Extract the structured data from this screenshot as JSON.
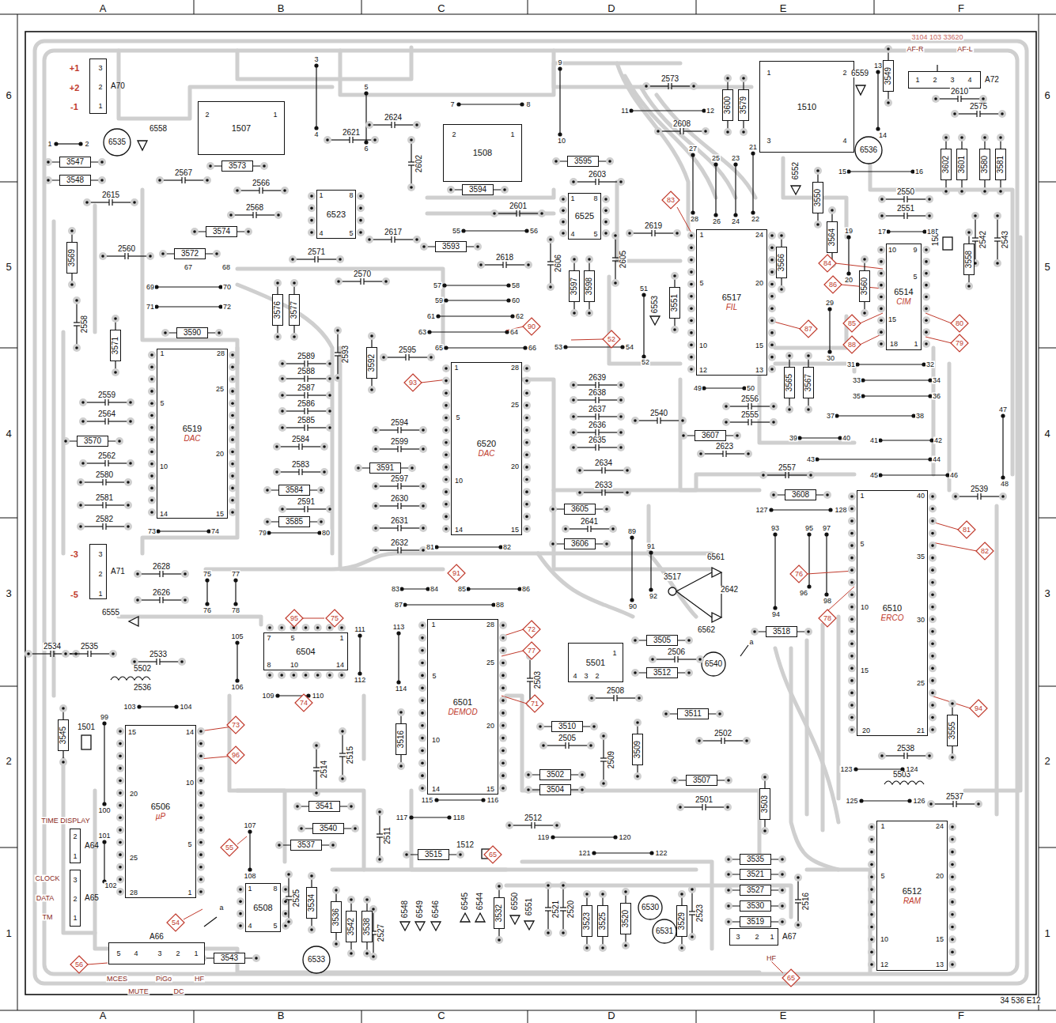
{
  "diagram": {
    "nodes": [
      {
        "text": [
          "A70"
        ]
      },
      {
        "text": [
          "A71"
        ]
      },
      {
        "text": [
          "A64"
        ]
      },
      {
        "text": [
          "A65"
        ]
      },
      {
        "text": [
          "A66"
        ]
      },
      {
        "text": [
          "A67"
        ]
      },
      {
        "text": [
          "A72"
        ]
      },
      {
        "text": [
          "6519",
          "DAC"
        ]
      },
      {
        "text": [
          "6523"
        ]
      },
      {
        "text": [
          "1507"
        ]
      },
      {
        "text": [
          "1508"
        ]
      },
      {
        "text": [
          "6525"
        ]
      },
      {
        "text": [
          "6520",
          "DAC"
        ]
      },
      {
        "text": [
          "1510"
        ]
      },
      {
        "text": [
          "6517",
          "FIL"
        ]
      },
      {
        "text": [
          "6514",
          "CIM"
        ]
      },
      {
        "text": [
          "6504"
        ]
      },
      {
        "text": [
          "6501",
          "DEMOD"
        ]
      },
      {
        "text": [
          "5501"
        ]
      },
      {
        "text": [
          "6510",
          "ERCO"
        ]
      },
      {
        "text": [
          "6506",
          "µP"
        ]
      },
      {
        "text": [
          "6508"
        ]
      },
      {
        "text": [
          "6512",
          "RAM"
        ]
      },
      {
        "text": [
          "3547"
        ]
      },
      {
        "text": [
          "3548"
        ]
      },
      {
        "text": [
          "3573"
        ]
      },
      {
        "text": [
          "3574"
        ]
      },
      {
        "text": [
          "3572"
        ]
      },
      {
        "text": [
          "3590"
        ]
      },
      {
        "text": [
          "3570"
        ]
      },
      {
        "text": [
          "3595"
        ]
      },
      {
        "text": [
          "3594"
        ]
      },
      {
        "text": [
          "3593"
        ]
      },
      {
        "text": [
          "3591"
        ]
      },
      {
        "text": [
          "3584"
        ]
      },
      {
        "text": [
          "3585"
        ]
      },
      {
        "text": [
          "3607"
        ]
      },
      {
        "text": [
          "3608"
        ]
      },
      {
        "text": [
          "3605"
        ]
      },
      {
        "text": [
          "3606"
        ]
      },
      {
        "text": [
          "3505"
        ]
      },
      {
        "text": [
          "3512"
        ]
      },
      {
        "text": [
          "3518"
        ]
      },
      {
        "text": [
          "3511"
        ]
      },
      {
        "text": [
          "3510"
        ]
      },
      {
        "text": [
          "3502"
        ]
      },
      {
        "text": [
          "3504"
        ]
      },
      {
        "text": [
          "3507"
        ]
      },
      {
        "text": [
          "3541"
        ]
      },
      {
        "text": [
          "3540"
        ]
      },
      {
        "text": [
          "3537"
        ]
      },
      {
        "text": [
          "3515"
        ]
      },
      {
        "text": [
          "3543"
        ]
      },
      {
        "text": [
          "3535"
        ]
      },
      {
        "text": [
          "3521"
        ]
      },
      {
        "text": [
          "3527"
        ]
      },
      {
        "text": [
          "3530"
        ]
      },
      {
        "text": [
          "3519"
        ]
      },
      {
        "text": [
          "3569"
        ]
      },
      {
        "text": [
          "3571"
        ]
      },
      {
        "text": [
          "3545"
        ]
      },
      {
        "text": [
          "3576"
        ]
      },
      {
        "text": [
          "3577"
        ]
      },
      {
        "text": [
          "3592"
        ]
      },
      {
        "text": [
          "3597"
        ]
      },
      {
        "text": [
          "3598"
        ]
      },
      {
        "text": [
          "3551"
        ]
      },
      {
        "text": [
          "3600"
        ]
      },
      {
        "text": [
          "3579"
        ]
      },
      {
        "text": [
          "3549"
        ]
      },
      {
        "text": [
          "3550"
        ]
      },
      {
        "text": [
          "3564"
        ]
      },
      {
        "text": [
          "3566"
        ]
      },
      {
        "text": [
          "3560"
        ]
      },
      {
        "text": [
          "3565"
        ]
      },
      {
        "text": [
          "3567"
        ]
      },
      {
        "text": [
          "3602"
        ]
      },
      {
        "text": [
          "3601"
        ]
      },
      {
        "text": [
          "3580"
        ]
      },
      {
        "text": [
          "3581"
        ]
      },
      {
        "text": [
          "3558"
        ]
      },
      {
        "text": [
          "3516"
        ]
      },
      {
        "text": [
          "3509"
        ]
      },
      {
        "text": [
          "3503"
        ]
      },
      {
        "text": [
          "3534"
        ]
      },
      {
        "text": [
          "3536"
        ]
      },
      {
        "text": [
          "3542"
        ]
      },
      {
        "text": [
          "3538"
        ]
      },
      {
        "text": [
          "3532"
        ]
      },
      {
        "text": [
          "3523"
        ]
      },
      {
        "text": [
          "3525"
        ]
      },
      {
        "text": [
          "3520"
        ]
      },
      {
        "text": [
          "3529"
        ]
      },
      {
        "text": [
          "3555"
        ]
      },
      {
        "text": [
          "83"
        ]
      },
      {
        "text": [
          "84"
        ]
      },
      {
        "text": [
          "86"
        ]
      },
      {
        "text": [
          "87"
        ]
      },
      {
        "text": [
          "85"
        ]
      },
      {
        "text": [
          "88"
        ]
      },
      {
        "text": [
          "80"
        ]
      },
      {
        "text": [
          "79"
        ]
      },
      {
        "text": [
          "90"
        ]
      },
      {
        "text": [
          "52"
        ]
      },
      {
        "text": [
          "93"
        ]
      },
      {
        "text": [
          "91"
        ]
      },
      {
        "text": [
          "81"
        ]
      },
      {
        "text": [
          "82"
        ]
      },
      {
        "text": [
          "76"
        ]
      },
      {
        "text": [
          "78"
        ]
      },
      {
        "text": [
          "72"
        ]
      },
      {
        "text": [
          "77"
        ]
      },
      {
        "text": [
          "71"
        ]
      },
      {
        "text": [
          "95"
        ]
      },
      {
        "text": [
          "75"
        ]
      },
      {
        "text": [
          "74"
        ]
      },
      {
        "text": [
          "73"
        ]
      },
      {
        "text": [
          "96"
        ]
      },
      {
        "text": [
          "55"
        ]
      },
      {
        "text": [
          "65"
        ]
      },
      {
        "text": [
          "94"
        ]
      },
      {
        "text": [
          "54"
        ]
      },
      {
        "text": [
          "56"
        ]
      },
      {
        "text": [
          "65"
        ]
      }
    ],
    "labels": [
      "A",
      "B",
      "C",
      "D",
      "E",
      "F",
      "A",
      "B",
      "C",
      "D",
      "E",
      "F",
      "6",
      "5",
      "4",
      "3",
      "2",
      "1",
      "6",
      "5",
      "4",
      "3",
      "2",
      "1",
      "34 536 E12",
      "3104 103 33620",
      "+1",
      "+2",
      "-1",
      "3",
      "2",
      "1",
      "-3",
      "-5",
      "3",
      "2",
      "1",
      "TIME DISPLAY",
      "2",
      "1",
      "CLOCK",
      "DATA",
      "TM",
      "3",
      "2",
      "1",
      "5",
      "4",
      "3",
      "2",
      "1",
      "MCES",
      "MUTE",
      "PiGo",
      "DC",
      "HF",
      "3",
      "2",
      "1",
      "HF",
      "AF-R",
      "AF-L",
      "1",
      "2",
      "3",
      "4",
      "2615",
      "2567",
      "2566",
      "2568",
      "2571",
      "2621",
      "2624",
      "2602",
      "2617",
      "2570",
      "2601",
      "2603",
      "2618",
      "2606",
      "2605",
      "2619",
      "2573",
      "2608",
      "2550",
      "2551",
      "2610",
      "2575",
      "2542",
      "2543",
      "2560",
      "2558",
      "2559",
      "2564",
      "2562",
      "2580",
      "2581",
      "2582",
      "2589",
      "2588",
      "2587",
      "2586",
      "2585",
      "2584",
      "2583",
      "2591",
      "2593",
      "2595",
      "2594",
      "2599",
      "2597",
      "2630",
      "2631",
      "2632",
      "2639",
      "2638",
      "2637",
      "2636",
      "2635",
      "2634",
      "2633",
      "2641",
      "2540",
      "2556",
      "2555",
      "2623",
      "2557",
      "2539",
      "2628",
      "2626",
      "2533",
      "2536",
      "2534",
      "2535",
      "2642",
      "2506",
      "2508",
      "2503",
      "2505",
      "2502",
      "2509",
      "2501",
      "2512",
      "2514",
      "2515",
      "2511",
      "2525",
      "2527",
      "2521",
      "2520",
      "2523",
      "2516",
      "2538",
      "2537",
      "5502",
      "5503",
      "6558",
      "6559",
      "6552",
      "6553",
      "6561",
      "6562",
      "6555",
      "6548",
      "6549",
      "6546",
      "6545",
      "6544",
      "6550",
      "6551",
      "6535",
      "6536",
      "6530",
      "6531",
      "6533",
      "6540",
      "1501",
      "1504",
      "1512",
      "3517",
      "3",
      "9",
      "5",
      "4",
      "6",
      "7",
      "8",
      "10",
      "11",
      "12",
      "13",
      "14",
      "15",
      "16",
      "27",
      "25",
      "23",
      "21",
      "28",
      "26",
      "24",
      "22",
      "1",
      "2",
      "55",
      "56",
      "57",
      "58",
      "59",
      "60",
      "61",
      "62",
      "63",
      "64",
      "65",
      "66",
      "53",
      "54",
      "51",
      "52",
      "67",
      "68",
      "69",
      "70",
      "71",
      "72",
      "73",
      "74",
      "79",
      "80",
      "81",
      "82",
      "19",
      "20",
      "17",
      "18",
      "29",
      "30",
      "31",
      "32",
      "33",
      "34",
      "35",
      "36",
      "37",
      "38",
      "39",
      "40",
      "41",
      "42",
      "43",
      "44",
      "45",
      "46",
      "47",
      "48",
      "49",
      "50",
      "127",
      "128",
      "93",
      "95",
      "97",
      "96",
      "98",
      "94",
      "89",
      "91",
      "90",
      "92",
      "75",
      "77",
      "76",
      "78",
      "83",
      "84",
      "85",
      "86",
      "87",
      "88",
      "111",
      "112",
      "113",
      "114",
      "109",
      "110",
      "105",
      "106",
      "99",
      "100",
      "101",
      "102",
      "103",
      "104",
      "107",
      "108",
      "115",
      "116",
      "117",
      "118",
      "119",
      "120",
      "121",
      "122",
      "123",
      "124",
      "125",
      "126",
      "1",
      "28",
      "5",
      "25",
      "10",
      "20",
      "14",
      "15",
      "1",
      "28",
      "5",
      "25",
      "10",
      "20",
      "14",
      "15",
      "1",
      "24",
      "5",
      "20",
      "10",
      "15",
      "12",
      "13",
      "10",
      "9",
      "5",
      "15",
      "18",
      "1",
      "1",
      "40",
      "5",
      "35",
      "10",
      "30",
      "15",
      "25",
      "20",
      "21",
      "1",
      "28",
      "5",
      "25",
      "10",
      "20",
      "14",
      "15",
      "15",
      "14",
      "20",
      "10",
      "25",
      "5",
      "28",
      "1",
      "1",
      "24",
      "5",
      "20",
      "10",
      "15",
      "12",
      "13",
      "1",
      "8",
      "4",
      "5",
      "1",
      "8",
      "4",
      "5",
      "7",
      "5",
      "1",
      "8",
      "10",
      "14",
      "1",
      "8",
      "4",
      "5",
      "2",
      "1",
      "2",
      "1",
      "1",
      "2",
      "3",
      "4",
      "4",
      "3",
      "2",
      "1",
      "a",
      "a"
    ]
  }
}
